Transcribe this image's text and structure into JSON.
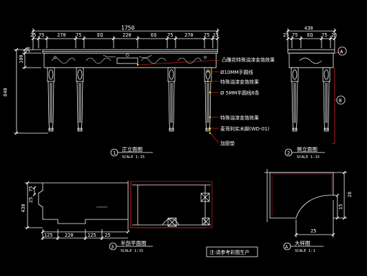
{
  "colors": {
    "background": "#000000",
    "line": "#ffffff",
    "accent_red": "#ff2a2a",
    "accent_yellow": "#ffff00",
    "leader_red": "#cc0000"
  },
  "front_elevation": {
    "total_width": "1750",
    "segments": [
      "25",
      "75",
      "270",
      "75",
      "EQ",
      "220",
      "EQ",
      "75",
      "270",
      "75",
      "25"
    ],
    "height_total": "840",
    "height_top1": "26",
    "height_top2": "100",
    "view_number": "1",
    "view_title": "正立面图",
    "view_scale": "SCALE 1:15",
    "annotations": [
      "凸雕花特殊油漆金箔效果",
      "Ø10MM手圆线",
      "特殊油漆金箔效果",
      "Ø 5MM半圆线6条",
      "特殊油漆金箔效果",
      "麦哥利实木脚(WD-01)",
      "加厨垫"
    ]
  },
  "side_elevation": {
    "total_width": "430",
    "segments": [
      "25",
      "75",
      "EQ",
      "75",
      "25"
    ],
    "view_number": "2",
    "view_title": "侧立面图",
    "view_scale": "SCALE 1:15",
    "section_a": "A",
    "section_b": "B"
  },
  "plan_view": {
    "height_total": "430",
    "height_parts": [
      "75",
      "25"
    ],
    "bottom_segments": [
      "125",
      "220",
      "125"
    ],
    "bottom_tick": "25",
    "view_number": "3",
    "view_title": "半剖平面图",
    "view_scale": "SCALE 1:15"
  },
  "detail_view": {
    "dim_right_total": "26",
    "dim_right_part": "15",
    "dim_bottom": "25",
    "view_number": "A",
    "view_title": "大样图",
    "view_scale": "SCALE 1:1"
  },
  "note": "注:请参考彩图生产"
}
